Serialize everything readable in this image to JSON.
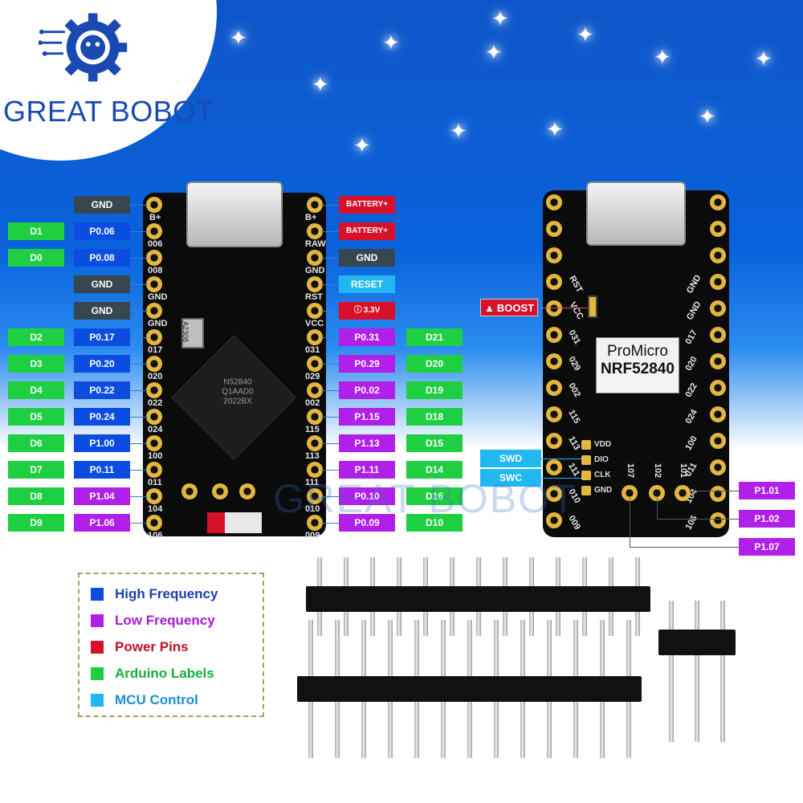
{
  "brand": {
    "name": "GREAT BOBOT",
    "watermark": "GREAT BOBOT"
  },
  "colors": {
    "arduino": "#1fcf42",
    "high_frequency": "#0b4de0",
    "low_frequency": "#b020e8",
    "power": "#d8112b",
    "ground": "#37474f",
    "mcu": "#21b8f2"
  },
  "left_labels": [
    {
      "arduino": "",
      "port": "GND",
      "type": "gnd"
    },
    {
      "arduino": "D1",
      "port": "P0.06",
      "type": "hf"
    },
    {
      "arduino": "D0",
      "port": "P0.08",
      "type": "hf"
    },
    {
      "arduino": "",
      "port": "GND",
      "type": "gnd"
    },
    {
      "arduino": "",
      "port": "GND",
      "type": "gnd"
    },
    {
      "arduino": "D2",
      "port": "P0.17",
      "type": "hf"
    },
    {
      "arduino": "D3",
      "port": "P0.20",
      "type": "hf"
    },
    {
      "arduino": "D4",
      "port": "P0.22",
      "type": "hf"
    },
    {
      "arduino": "D5",
      "port": "P0.24",
      "type": "hf"
    },
    {
      "arduino": "D6",
      "port": "P1.00",
      "type": "hf"
    },
    {
      "arduino": "D7",
      "port": "P0.11",
      "type": "hf"
    },
    {
      "arduino": "D8",
      "port": "P1.04",
      "type": "lf"
    },
    {
      "arduino": "D9",
      "port": "P1.06",
      "type": "lf"
    }
  ],
  "right_labels": [
    {
      "port": "BATTERY+",
      "arduino": "",
      "type": "pwr"
    },
    {
      "port": "BATTERY+",
      "arduino": "",
      "type": "pwr"
    },
    {
      "port": "GND",
      "arduino": "",
      "type": "gnd"
    },
    {
      "port": "RESET",
      "arduino": "",
      "type": "mcu"
    },
    {
      "port": "3.3V",
      "arduino": "",
      "type": "pwr"
    },
    {
      "port": "P0.31",
      "arduino": "D21",
      "type": "lf"
    },
    {
      "port": "P0.29",
      "arduino": "D20",
      "type": "lf"
    },
    {
      "port": "P0.02",
      "arduino": "D19",
      "type": "lf"
    },
    {
      "port": "P1.15",
      "arduino": "D18",
      "type": "lf"
    },
    {
      "port": "P1.13",
      "arduino": "D15",
      "type": "lf"
    },
    {
      "port": "P1.11",
      "arduino": "D14",
      "type": "lf"
    },
    {
      "port": "P0.10",
      "arduino": "D16",
      "type": "lf"
    },
    {
      "port": "P0.09",
      "arduino": "D10",
      "type": "lf"
    }
  ],
  "silk_left": [
    "B+",
    "006",
    "008",
    "GND",
    "GND",
    "017",
    "020",
    "022",
    "024",
    "100",
    "011",
    "104",
    "106"
  ],
  "silk_right": [
    "B+",
    "RAW",
    "GND",
    "RST",
    "VCC",
    "031",
    "029",
    "002",
    "115",
    "113",
    "111",
    "010",
    "009"
  ],
  "back_board": {
    "title_line1": "ProMicro",
    "title_line2": "NRF52840",
    "boost": "BOOST",
    "swd": "SWD",
    "swc": "SWC",
    "side_pins": [
      "VDD",
      "DIO",
      "CLK",
      "GND"
    ],
    "silk_left": [
      "RST",
      "VCC",
      "031",
      "029",
      "002",
      "115",
      "113",
      "111",
      "010",
      "009"
    ],
    "silk_right": [
      "GND",
      "GND",
      "017",
      "020",
      "022",
      "024",
      "100",
      "011",
      "104",
      "106"
    ],
    "bottom_silk": [
      "107",
      "102",
      "101"
    ],
    "bottom_labels": [
      "P1.01",
      "P1.02",
      "P1.07"
    ]
  },
  "front_chip": {
    "line1": "N52840",
    "line2": "Q1AAD0",
    "line3": "2022BX"
  },
  "crystal": "A2308",
  "legend": [
    {
      "label": "High Frequency",
      "color": "#0b4de0",
      "text_color": "#1a3fb5"
    },
    {
      "label": "Low Frequency",
      "color": "#b020e8",
      "text_color": "#a81ad8"
    },
    {
      "label": "Power Pins",
      "color": "#d8112b",
      "text_color": "#c0102a"
    },
    {
      "label": "Arduino Labels",
      "color": "#1fcf42",
      "text_color": "#17b13a"
    },
    {
      "label": "MCU Control",
      "color": "#21b8f2",
      "text_color": "#1a8fd9"
    }
  ]
}
